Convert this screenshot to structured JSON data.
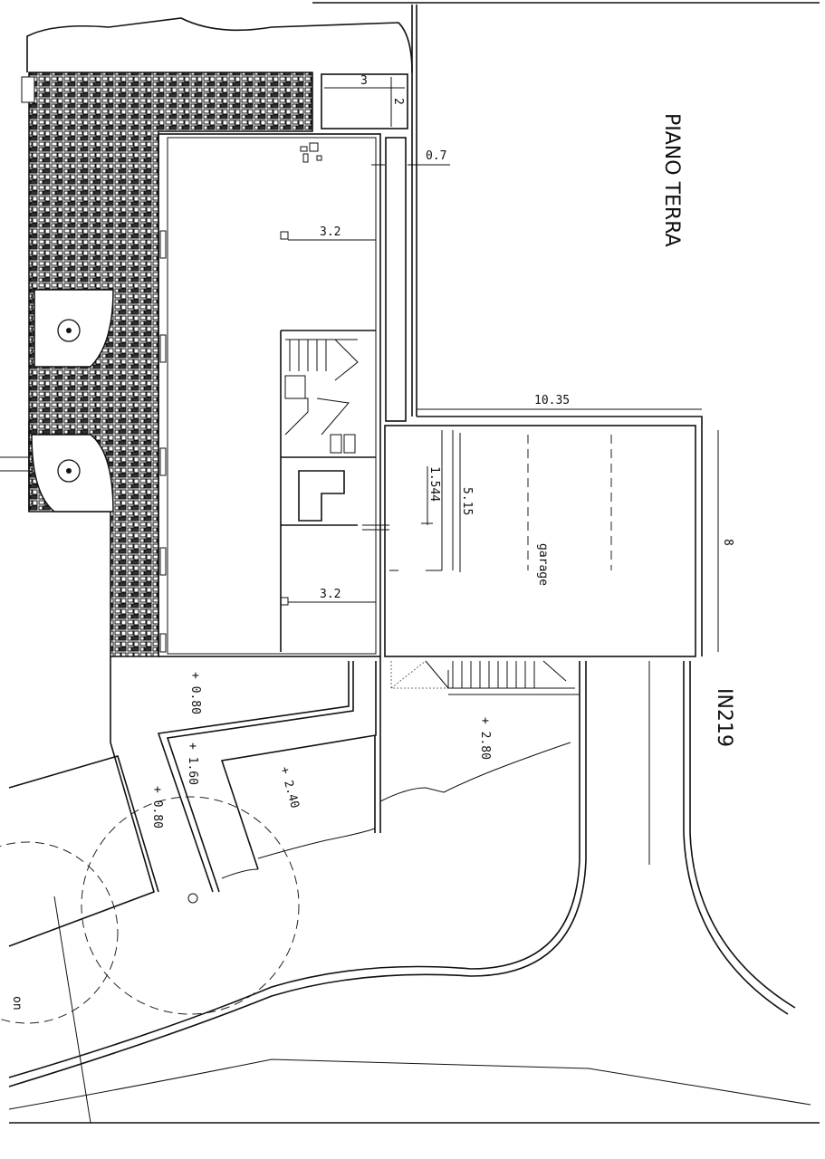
{
  "title": "PIANO TERRA",
  "road_label": "IN219",
  "room_label": "garage",
  "corner_label": "on",
  "dimensions": {
    "box_width": "3",
    "box_height": "2",
    "corridor": "0.7",
    "room_top": "3.2",
    "room_bottom": "3.2",
    "garage_length": "10.35",
    "garage_depth": "8",
    "garage_inner": "5.15",
    "passage": "1.544"
  },
  "levels": [
    "+ 0.80",
    "+ 1.60",
    "+ 0.80",
    "+ 2.40",
    "+ 2.80"
  ],
  "colors": {
    "ink": "#111111",
    "paper": "#ffffff"
  }
}
